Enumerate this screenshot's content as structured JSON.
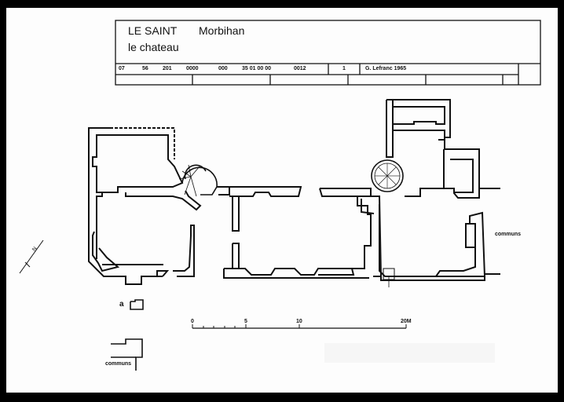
{
  "title_block": {
    "commune": "LE SAINT",
    "department": "Morbihan",
    "subject": "le chateau",
    "codes": [
      "07",
      "56",
      "201",
      "0000",
      "000",
      "35 01 00 00",
      "0012"
    ],
    "sheet_number": "1",
    "author_date": "G. Lefranc 1965"
  },
  "plan": {
    "labels": {
      "communs_right": "communs",
      "communs_bottom": "communs",
      "annex_letter": "a",
      "north": "N"
    },
    "scale_bar": {
      "unit": "M",
      "ticks": [
        "0",
        "5",
        "10",
        "20M"
      ],
      "max_value": 20
    }
  },
  "colors": {
    "ink": "#111111",
    "paper": "#fdfdfd",
    "border": "#000000"
  }
}
